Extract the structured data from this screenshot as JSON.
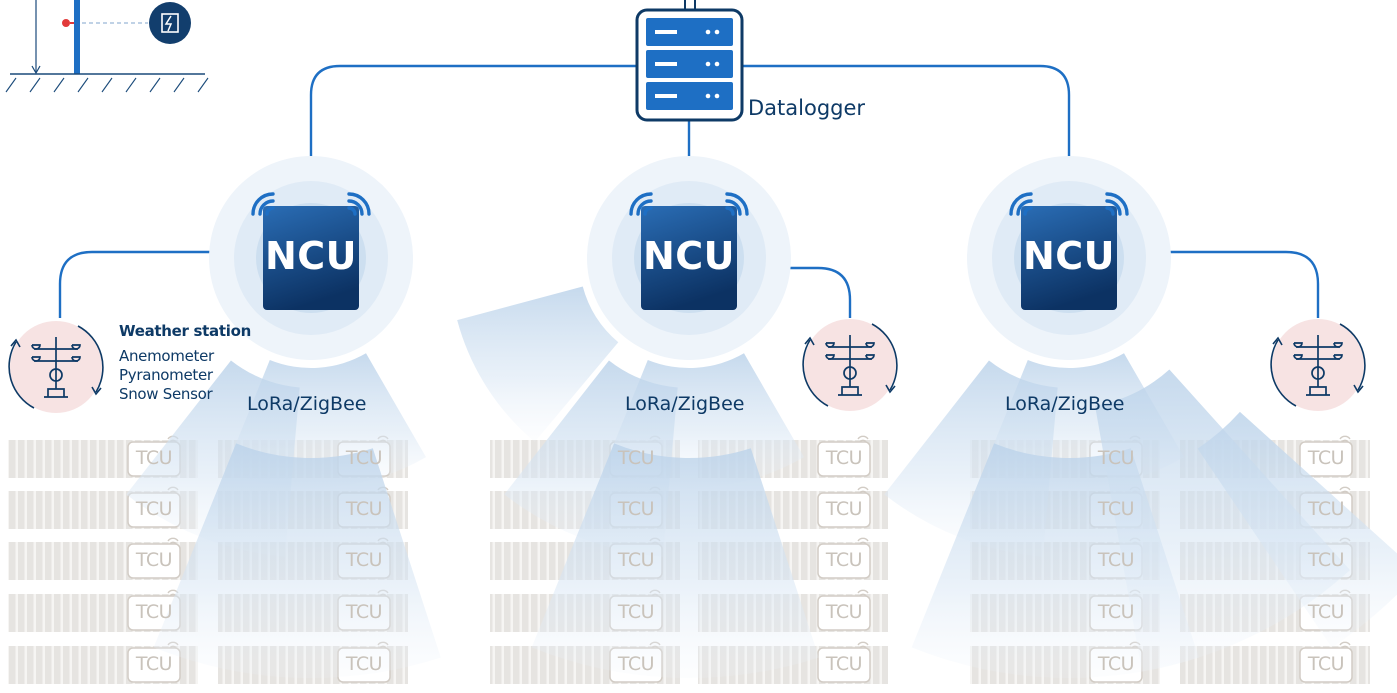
{
  "datalogger": {
    "label": "Datalogger"
  },
  "ncu_label": "NCU",
  "radio_label": "LoRa/ZigBee",
  "tcu_label": "TCU",
  "weather_station": {
    "title": "Weather station",
    "items": [
      "Anemometer",
      "Pyranometer",
      "Snow Sensor"
    ]
  },
  "colors": {
    "navy": "#0e3a66",
    "link": "#1e6fc4",
    "ncu_top": "#1f5ea8",
    "ncu_bottom": "#0d3466",
    "halo": "#dde9f5",
    "weather_bg": "#f7e3e3",
    "panel": "#e4e2df"
  }
}
